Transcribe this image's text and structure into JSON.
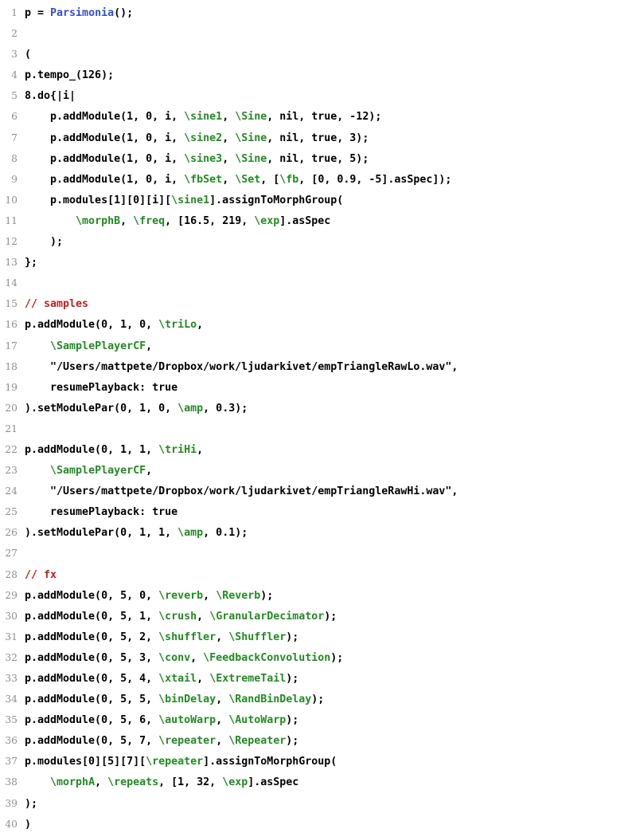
{
  "colors": {
    "background": "#ffffff",
    "code_text": "#000000",
    "line_number": "#8f8f8f",
    "symbol_green": "#228b22",
    "class_blue": "#3050c8",
    "comment_red": "#bb2222"
  },
  "code": {
    "language": "supercollider",
    "lines": [
      {
        "n": 1,
        "tokens": [
          {
            "t": "p = ",
            "c": "plain"
          },
          {
            "t": "Parsimonia",
            "c": "class"
          },
          {
            "t": "();",
            "c": "plain"
          }
        ]
      },
      {
        "n": 2,
        "tokens": []
      },
      {
        "n": 3,
        "tokens": [
          {
            "t": "(",
            "c": "plain"
          }
        ]
      },
      {
        "n": 4,
        "tokens": [
          {
            "t": "p.tempo_(126);",
            "c": "plain"
          }
        ]
      },
      {
        "n": 5,
        "tokens": [
          {
            "t": "8.do{|i|",
            "c": "plain"
          }
        ]
      },
      {
        "n": 6,
        "tokens": [
          {
            "t": "    p.addModule(1, 0, i, ",
            "c": "plain"
          },
          {
            "t": "\\sine1",
            "c": "symbol"
          },
          {
            "t": ", ",
            "c": "plain"
          },
          {
            "t": "\\Sine",
            "c": "symbol"
          },
          {
            "t": ", nil, true, -12);",
            "c": "plain"
          }
        ]
      },
      {
        "n": 7,
        "tokens": [
          {
            "t": "    p.addModule(1, 0, i, ",
            "c": "plain"
          },
          {
            "t": "\\sine2",
            "c": "symbol"
          },
          {
            "t": ", ",
            "c": "plain"
          },
          {
            "t": "\\Sine",
            "c": "symbol"
          },
          {
            "t": ", nil, true, 3);",
            "c": "plain"
          }
        ]
      },
      {
        "n": 8,
        "tokens": [
          {
            "t": "    p.addModule(1, 0, i, ",
            "c": "plain"
          },
          {
            "t": "\\sine3",
            "c": "symbol"
          },
          {
            "t": ", ",
            "c": "plain"
          },
          {
            "t": "\\Sine",
            "c": "symbol"
          },
          {
            "t": ", nil, true, 5);",
            "c": "plain"
          }
        ]
      },
      {
        "n": 9,
        "tokens": [
          {
            "t": "    p.addModule(1, 0, i, ",
            "c": "plain"
          },
          {
            "t": "\\fbSet",
            "c": "symbol"
          },
          {
            "t": ", ",
            "c": "plain"
          },
          {
            "t": "\\Set",
            "c": "symbol"
          },
          {
            "t": ", [",
            "c": "plain"
          },
          {
            "t": "\\fb",
            "c": "symbol"
          },
          {
            "t": ", [0, 0.9, -5].asSpec]);",
            "c": "plain"
          }
        ]
      },
      {
        "n": 10,
        "tokens": [
          {
            "t": "    p.modules[1][0][i][",
            "c": "plain"
          },
          {
            "t": "\\sine1",
            "c": "symbol"
          },
          {
            "t": "].assignToMorphGroup(",
            "c": "plain"
          }
        ]
      },
      {
        "n": 11,
        "tokens": [
          {
            "t": "        ",
            "c": "plain"
          },
          {
            "t": "\\morphB",
            "c": "symbol"
          },
          {
            "t": ", ",
            "c": "plain"
          },
          {
            "t": "\\freq",
            "c": "symbol"
          },
          {
            "t": ", [16.5, 219, ",
            "c": "plain"
          },
          {
            "t": "\\exp",
            "c": "symbol"
          },
          {
            "t": "].asSpec",
            "c": "plain"
          }
        ]
      },
      {
        "n": 12,
        "tokens": [
          {
            "t": "    );",
            "c": "plain"
          }
        ]
      },
      {
        "n": 13,
        "tokens": [
          {
            "t": "};",
            "c": "plain"
          }
        ]
      },
      {
        "n": 14,
        "tokens": []
      },
      {
        "n": 15,
        "tokens": [
          {
            "t": "// samples",
            "c": "comment"
          }
        ]
      },
      {
        "n": 16,
        "tokens": [
          {
            "t": "p.addModule(0, 1, 0, ",
            "c": "plain"
          },
          {
            "t": "\\triLo",
            "c": "symbol"
          },
          {
            "t": ",",
            "c": "plain"
          }
        ]
      },
      {
        "n": 17,
        "tokens": [
          {
            "t": "    ",
            "c": "plain"
          },
          {
            "t": "\\SamplePlayerCF",
            "c": "symbol"
          },
          {
            "t": ",",
            "c": "plain"
          }
        ]
      },
      {
        "n": 18,
        "tokens": [
          {
            "t": "    \"/Users/mattpete/Dropbox/work/ljudarkivet/empTriangleRawLo.wav\",",
            "c": "plain"
          }
        ]
      },
      {
        "n": 19,
        "tokens": [
          {
            "t": "    resumePlayback: true",
            "c": "plain"
          }
        ]
      },
      {
        "n": 20,
        "tokens": [
          {
            "t": ").setModulePar(0, 1, 0, ",
            "c": "plain"
          },
          {
            "t": "\\amp",
            "c": "symbol"
          },
          {
            "t": ", 0.3);",
            "c": "plain"
          }
        ]
      },
      {
        "n": 21,
        "tokens": []
      },
      {
        "n": 22,
        "tokens": [
          {
            "t": "p.addModule(0, 1, 1, ",
            "c": "plain"
          },
          {
            "t": "\\triHi",
            "c": "symbol"
          },
          {
            "t": ",",
            "c": "plain"
          }
        ]
      },
      {
        "n": 23,
        "tokens": [
          {
            "t": "    ",
            "c": "plain"
          },
          {
            "t": "\\SamplePlayerCF",
            "c": "symbol"
          },
          {
            "t": ",",
            "c": "plain"
          }
        ]
      },
      {
        "n": 24,
        "tokens": [
          {
            "t": "    \"/Users/mattpete/Dropbox/work/ljudarkivet/empTriangleRawHi.wav\",",
            "c": "plain"
          }
        ]
      },
      {
        "n": 25,
        "tokens": [
          {
            "t": "    resumePlayback: true",
            "c": "plain"
          }
        ]
      },
      {
        "n": 26,
        "tokens": [
          {
            "t": ").setModulePar(0, 1, 1, ",
            "c": "plain"
          },
          {
            "t": "\\amp",
            "c": "symbol"
          },
          {
            "t": ", 0.1);",
            "c": "plain"
          }
        ]
      },
      {
        "n": 27,
        "tokens": []
      },
      {
        "n": 28,
        "tokens": [
          {
            "t": "// fx",
            "c": "comment"
          }
        ]
      },
      {
        "n": 29,
        "tokens": [
          {
            "t": "p.addModule(0, 5, 0, ",
            "c": "plain"
          },
          {
            "t": "\\reverb",
            "c": "symbol"
          },
          {
            "t": ", ",
            "c": "plain"
          },
          {
            "t": "\\Reverb",
            "c": "symbol"
          },
          {
            "t": ");",
            "c": "plain"
          }
        ]
      },
      {
        "n": 30,
        "tokens": [
          {
            "t": "p.addModule(0, 5, 1, ",
            "c": "plain"
          },
          {
            "t": "\\crush",
            "c": "symbol"
          },
          {
            "t": ", ",
            "c": "plain"
          },
          {
            "t": "\\GranularDecimator",
            "c": "symbol"
          },
          {
            "t": ");",
            "c": "plain"
          }
        ]
      },
      {
        "n": 31,
        "tokens": [
          {
            "t": "p.addModule(0, 5, 2, ",
            "c": "plain"
          },
          {
            "t": "\\shuffler",
            "c": "symbol"
          },
          {
            "t": ", ",
            "c": "plain"
          },
          {
            "t": "\\Shuffler",
            "c": "symbol"
          },
          {
            "t": ");",
            "c": "plain"
          }
        ]
      },
      {
        "n": 32,
        "tokens": [
          {
            "t": "p.addModule(0, 5, 3, ",
            "c": "plain"
          },
          {
            "t": "\\conv",
            "c": "symbol"
          },
          {
            "t": ", ",
            "c": "plain"
          },
          {
            "t": "\\FeedbackConvolution",
            "c": "symbol"
          },
          {
            "t": ");",
            "c": "plain"
          }
        ]
      },
      {
        "n": 33,
        "tokens": [
          {
            "t": "p.addModule(0, 5, 4, ",
            "c": "plain"
          },
          {
            "t": "\\xtail",
            "c": "symbol"
          },
          {
            "t": ", ",
            "c": "plain"
          },
          {
            "t": "\\ExtremeTail",
            "c": "symbol"
          },
          {
            "t": ");",
            "c": "plain"
          }
        ]
      },
      {
        "n": 34,
        "tokens": [
          {
            "t": "p.addModule(0, 5, 5, ",
            "c": "plain"
          },
          {
            "t": "\\binDelay",
            "c": "symbol"
          },
          {
            "t": ", ",
            "c": "plain"
          },
          {
            "t": "\\RandBinDelay",
            "c": "symbol"
          },
          {
            "t": ");",
            "c": "plain"
          }
        ]
      },
      {
        "n": 35,
        "tokens": [
          {
            "t": "p.addModule(0, 5, 6, ",
            "c": "plain"
          },
          {
            "t": "\\autoWarp",
            "c": "symbol"
          },
          {
            "t": ", ",
            "c": "plain"
          },
          {
            "t": "\\AutoWarp",
            "c": "symbol"
          },
          {
            "t": ");",
            "c": "plain"
          }
        ]
      },
      {
        "n": 36,
        "tokens": [
          {
            "t": "p.addModule(0, 5, 7, ",
            "c": "plain"
          },
          {
            "t": "\\repeater",
            "c": "symbol"
          },
          {
            "t": ", ",
            "c": "plain"
          },
          {
            "t": "\\Repeater",
            "c": "symbol"
          },
          {
            "t": ");",
            "c": "plain"
          }
        ]
      },
      {
        "n": 37,
        "tokens": [
          {
            "t": "p.modules[0][5][7][",
            "c": "plain"
          },
          {
            "t": "\\repeater",
            "c": "symbol"
          },
          {
            "t": "].assignToMorphGroup(",
            "c": "plain"
          }
        ]
      },
      {
        "n": 38,
        "tokens": [
          {
            "t": "    ",
            "c": "plain"
          },
          {
            "t": "\\morphA",
            "c": "symbol"
          },
          {
            "t": ", ",
            "c": "plain"
          },
          {
            "t": "\\repeats",
            "c": "symbol"
          },
          {
            "t": ", [1, 32, ",
            "c": "plain"
          },
          {
            "t": "\\exp",
            "c": "symbol"
          },
          {
            "t": "].asSpec",
            "c": "plain"
          }
        ]
      },
      {
        "n": 39,
        "tokens": [
          {
            "t": ");",
            "c": "plain"
          }
        ]
      },
      {
        "n": 40,
        "tokens": [
          {
            "t": ")",
            "c": "plain"
          }
        ]
      }
    ]
  }
}
